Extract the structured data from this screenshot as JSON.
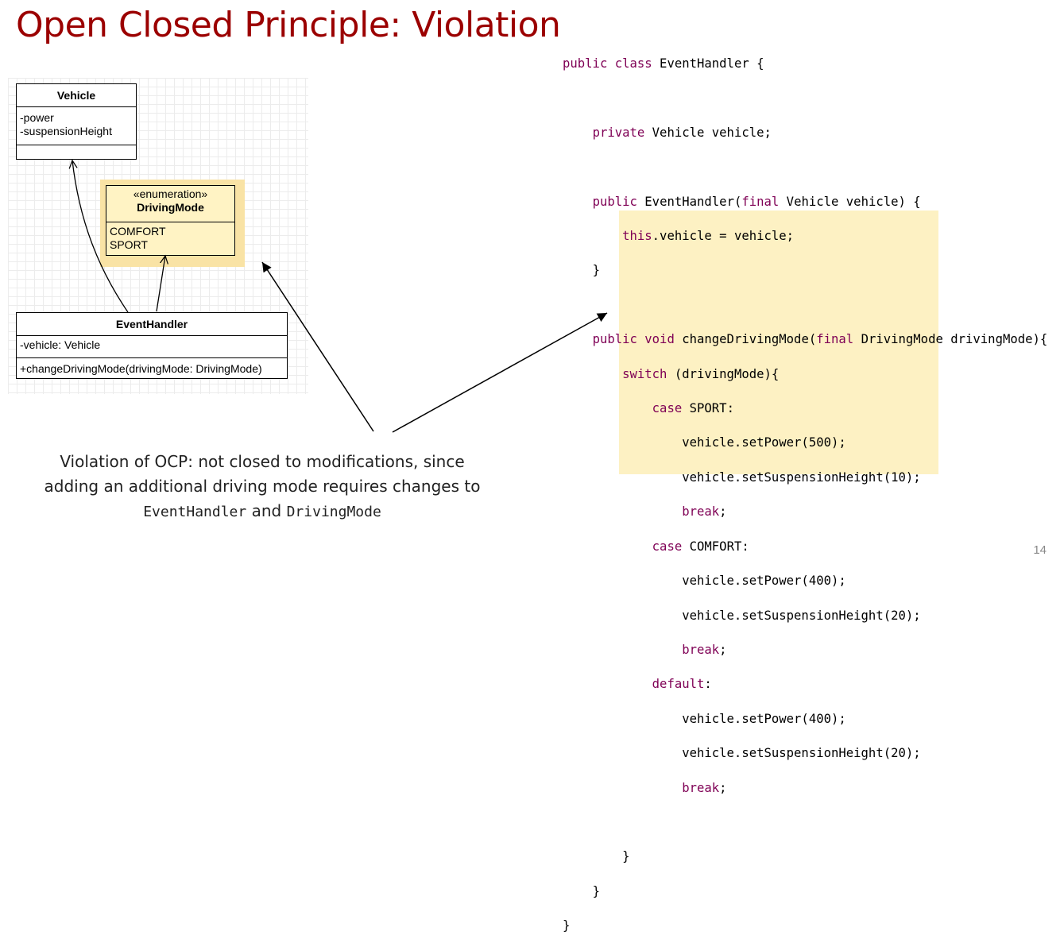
{
  "title": "Open Closed Principle: Violation",
  "diagram": {
    "vehicle": {
      "name": "Vehicle",
      "attributes": [
        "-power",
        "-suspensionHeight"
      ]
    },
    "driving_mode": {
      "stereotype": "«enumeration»",
      "name": "DrivingMode",
      "values": [
        "COMFORT",
        "SPORT"
      ]
    },
    "event_handler": {
      "name": "EventHandler",
      "attribute": "-vehicle: Vehicle",
      "method": "+changeDrivingMode(drivingMode: DrivingMode)"
    }
  },
  "caption": {
    "line1": "Violation of OCP: not closed to modifications, since",
    "line2": "adding an additional driving mode requires changes to",
    "class1": "EventHandler",
    "and": "and",
    "class2": "DrivingMode"
  },
  "code": {
    "l1_kw": "public class",
    "l1_rest": " EventHandler {",
    "l2_kw": "private",
    "l2_rest": " Vehicle vehicle;",
    "l3_kw": "public",
    "l3_mid": " EventHandler(",
    "l3_kw2": "final",
    "l3_rest": " Vehicle vehicle) {",
    "l4_kw": "this",
    "l4_rest": ".vehicle = vehicle;",
    "l5": "}",
    "l6_kw": "public void",
    "l6_mid": " changeDrivingMode(",
    "l6_kw2": "final",
    "l6_rest": " DrivingMode drivingMode){",
    "l7_kw": "switch",
    "l7_rest": " (drivingMode){",
    "l8_kw": "case",
    "l8_rest": " SPORT:",
    "l9": "vehicle.setPower(500);",
    "l10": "vehicle.setSuspensionHeight(10);",
    "l11_kw": "break",
    "l12_kw": "case",
    "l12_rest": " COMFORT:",
    "l13": "vehicle.setPower(400);",
    "l14": "vehicle.setSuspensionHeight(20);",
    "l15_kw": "break",
    "l16_kw": "default",
    "l17": "vehicle.setPower(400);",
    "l18": "vehicle.setSuspensionHeight(20);",
    "l19_kw": "break",
    "l20": "}",
    "l21": "}",
    "l22": "}"
  },
  "page_number": "14",
  "colors": {
    "title": "#9b0000",
    "keyword": "#7f0055",
    "highlight": "#fdf1c3"
  }
}
